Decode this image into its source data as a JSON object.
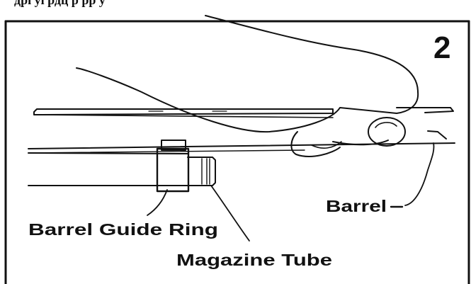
{
  "panel": {
    "step_number": "2",
    "top_text": "дрі   уі              рдц  р  рр у"
  },
  "labels": {
    "barrel_guide_ring": "Barrel Guide Ring",
    "magazine_tube": "Magazine Tube",
    "barrel": "Barrel"
  },
  "style": {
    "ink_color": "#111111",
    "background": "#ffffff"
  }
}
